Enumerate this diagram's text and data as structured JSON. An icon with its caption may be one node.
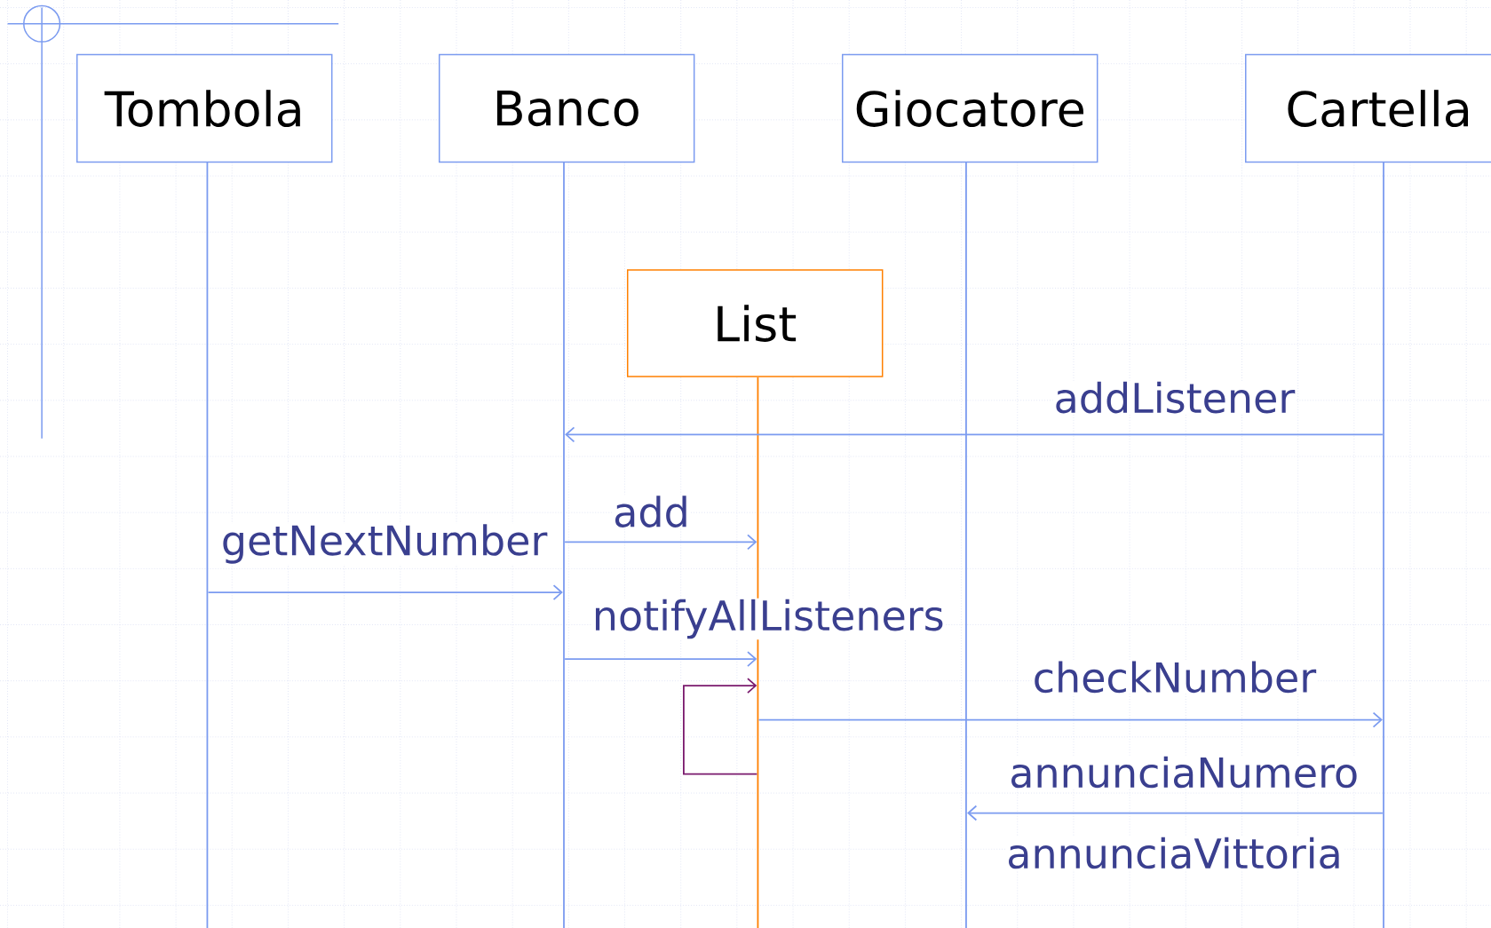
{
  "diagram": {
    "nodes": [
      {
        "text": [
          "Tombola"
        ]
      },
      {
        "text": [
          "Banco"
        ]
      },
      {
        "text": [
          "Giocatore"
        ]
      },
      {
        "text": [
          "Cartella"
        ]
      },
      {
        "text": [
          "List"
        ]
      },
      {
        "text": [],
        "shape": "line"
      },
      {
        "text": [],
        "shape": "line"
      },
      {
        "text": [],
        "shape": "line"
      },
      {
        "text": [],
        "shape": "line"
      },
      {
        "text": [],
        "shape": "line"
      }
    ],
    "edges": [
      {
        "from": 9,
        "to": 6,
        "arrow": "to",
        "label": "addListener"
      },
      {
        "from": 6,
        "to": 7,
        "arrow": "to",
        "label": "add"
      },
      {
        "from": 5,
        "to": 6,
        "arrow": "to",
        "label": "getNextNumber"
      },
      {
        "from": 6,
        "to": 7,
        "arrow": "to",
        "label": "notifyAllListeners"
      },
      {
        "from": 7,
        "to": 7,
        "arrow": "to",
        "color": "#7a1a6e"
      },
      {
        "from": 7,
        "to": 9,
        "arrow": "to",
        "label": "checkNumber"
      },
      {
        "from": 9,
        "to": 8,
        "arrow": "to",
        "label": "annunciaNumero"
      }
    ],
    "labels": [
      "annunciaVittoria"
    ]
  }
}
